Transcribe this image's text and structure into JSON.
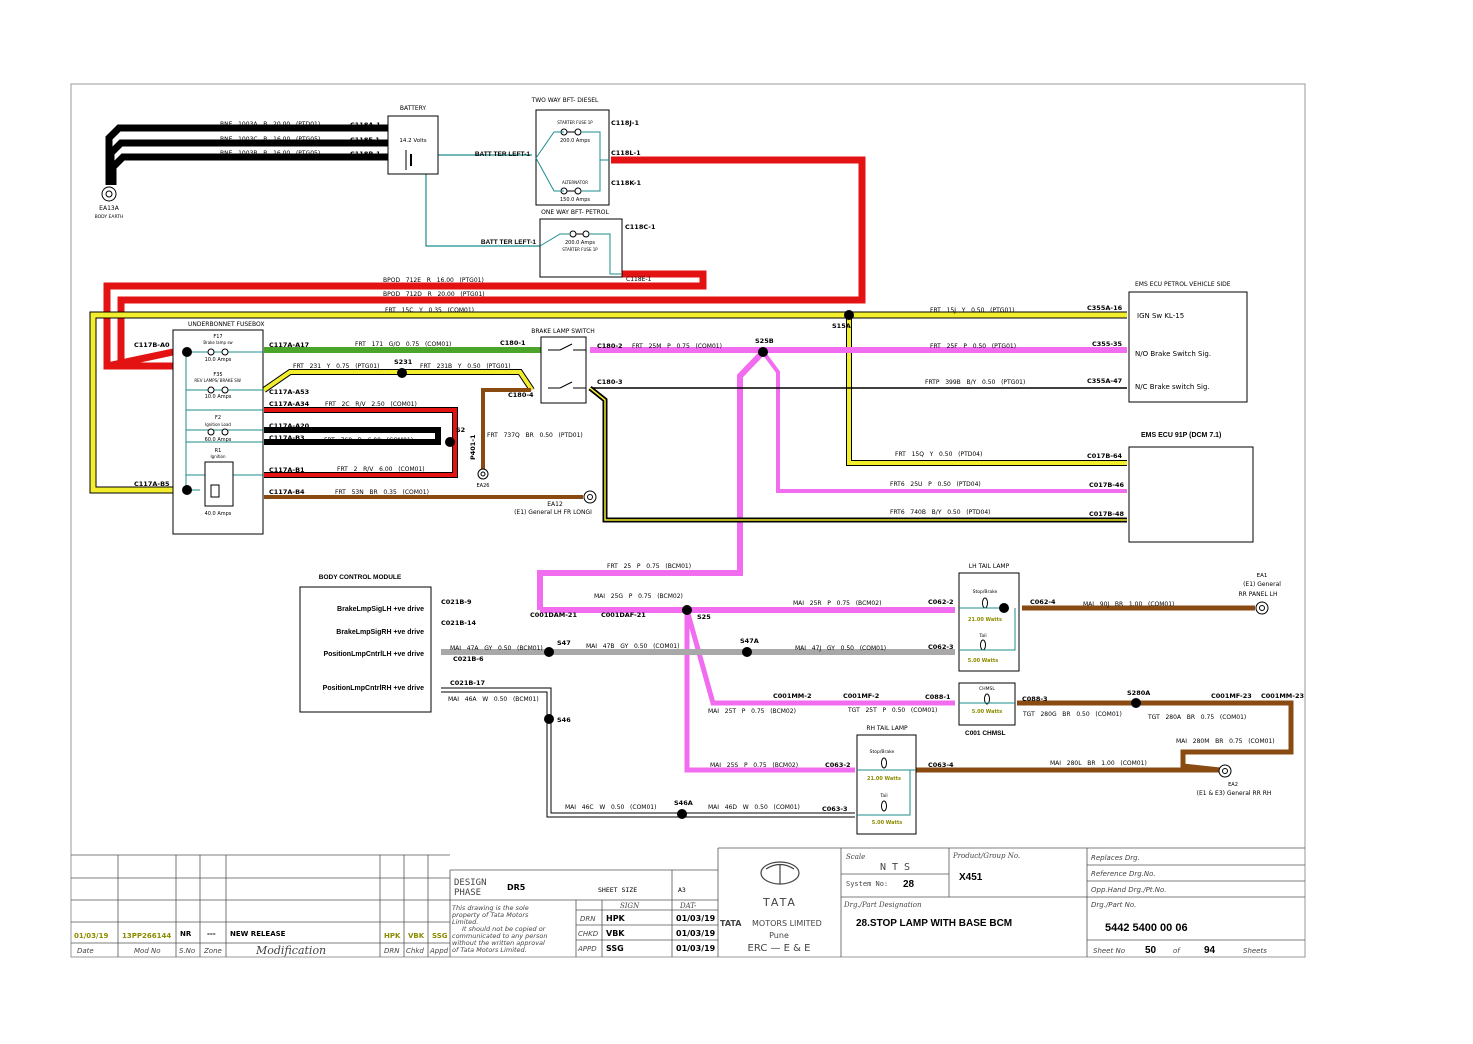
{
  "components": {
    "battery": {
      "title": "BATTERY",
      "value": "14.2 Volts"
    },
    "two_way_bft": {
      "title": "TWO WAY BFT- DIESEL",
      "starter_fuse": "STARTER FUSE 1P",
      "starter_amps": "200.0 Amps",
      "alternator": "ALTERNATOR",
      "alternator_amps": "150.0 Amps",
      "term": "BATT TER LEFT-1"
    },
    "one_way_bft": {
      "title": "ONE WAY BFT- PETROL",
      "amps": "200.0 Amps",
      "fuse": "STARTER FUSE 1P",
      "term": "BATT TER LEFT-1"
    },
    "fusebox": {
      "title": "UNDERBONNET FUSEBOX",
      "f17": "F17",
      "f17_desc": "Brake lamp sw",
      "f17_amps": "10.0 Amps",
      "f35": "F35",
      "f35_desc": "REV LAMPS/ BRAKE SW.",
      "f35_amps": "10.0 Amps",
      "f2": "F2",
      "f2_desc": "Ignition Load",
      "f2_amps": "60.0 Amps",
      "r1": "R1",
      "r1_desc": "Ignition",
      "r1_amps": "40.0 Amps"
    },
    "brake_switch": {
      "title": "BRAKE LAMP SWITCH"
    },
    "ems_petrol": {
      "title": "EMS ECU PETROL VEHICLE SIDE",
      "p1": "IGN Sw KL-15",
      "p2": "N/O Brake Switch Sig.",
      "p3": "N/C Brake switch Sig."
    },
    "ems_diesel": {
      "title": "EMS ECU 91P (DCM 7.1)"
    },
    "bcm": {
      "title": "BODY CONTROL MODULE",
      "p1": "BrakeLmpSigLH +ve drive",
      "p2": "BrakeLmpSigRH +ve drive",
      "p3": "PositionLmpCntrlLH +ve drive",
      "p4": "PositionLmpCntrlRH +ve drive"
    },
    "lh_tail": {
      "title": "LH TAIL LAMP",
      "stop": "Stop/Brake",
      "stop_w": "21.00 Watts",
      "tail": "Tail",
      "tail_w": "5.00 Watts"
    },
    "rh_tail": {
      "title": "RH TAIL LAMP",
      "stop": "Stop/Brake",
      "stop_w": "21.00 Watts",
      "tail": "Tail",
      "tail_w": "5.00 Watts"
    },
    "chmsl": {
      "title": "CHMSL",
      "w": "5.00 Watts",
      "label": "C001 CHMSL"
    }
  },
  "grounds": {
    "ea13a": {
      "id": "EA13A",
      "desc": "BODY EARTH"
    },
    "ea26": {
      "id": "EA26"
    },
    "ea12": {
      "id": "EA12",
      "desc": "(E1) General LH FR LONGI"
    },
    "ea1": {
      "id": "EA1",
      "desc1": "(E1) General",
      "desc2": "RR PANEL LH"
    },
    "ea2": {
      "id": "EA2",
      "desc": "(E1 & E3) General RR RH"
    }
  },
  "connectors": {
    "c118a1": "C118A-1",
    "c118f1": "C118F-1",
    "c118b1": "C118B-1",
    "c118j1": "C118J-1",
    "c118l1": "C118L-1",
    "c118k1": "C118K-1",
    "c118c1": "C118C-1",
    "c118e1": "C118E-1",
    "c117b_a0": "C117B-A0",
    "c117a_a17": "C117A-A17",
    "c117a_a53": "C117A-A53",
    "c117a_a34": "C117A-A34",
    "c117a_a20": "C117A-A20",
    "c117a_b3": "C117A-B3",
    "c117a_b1": "C117A-B1",
    "c117a_b4": "C117A-B4",
    "c117a_b5": "C117A-B5",
    "c180_1": "C180-1",
    "c180_2": "C180-2",
    "c180_3": "C180-3",
    "c180_4": "C180-4",
    "c355a16": "C355A-16",
    "c35535": "C355-35",
    "c355a47": "C355A-47",
    "c017b64": "C017B-64",
    "c017b46": "C017B-46",
    "c017b48": "C017B-48",
    "c021b9": "C021B-9",
    "c021b14": "C021B-14",
    "c021b6": "C021B-6",
    "c021b17": "C021B-17",
    "c001dam21": "C001DAM-21",
    "c001daf21": "C001DAF-21",
    "c062_2": "C062-2",
    "c062_3": "C062-3",
    "c062_4": "C062-4",
    "c001mm2": "C001MM-2",
    "c001mf2": "C001MF-2",
    "c088_1": "C088-1",
    "c088_3": "C088-3",
    "c001mf23": "C001MF-23",
    "c001mm23": "C001MM-23",
    "c063_2": "C063-2",
    "c063_3": "C063-3",
    "c063_4": "C063-4",
    "p401_1": "P401-1"
  },
  "splices": {
    "s15a": "S15A",
    "s231": "S231",
    "s2": "S2",
    "s25b": "S25B",
    "s25": "S25",
    "s47": "S47",
    "s47a": "S47A",
    "s46": "S46",
    "s46a": "S46A",
    "s280a": "S280A"
  },
  "wires": {
    "w1003a": "BNE   1003A   B   20.00   (PTD01)",
    "w1003c": "BNE   1003C   B   16.00   (PTG05)",
    "w1003b": "BNE   1003B   B   16.00   (PTG05)",
    "w712e": "BPOD   712E   R   16.00   (PTG01)",
    "w712d": "BPOD   712D   R   20.00   (PTG01)",
    "w15c": "FRT   15C   Y   0.35   (COM01)",
    "w15j": "FRT   15J   Y   0.50   (PTG01)",
    "w171": "FRT   171   G/O   0.75   (COM01)",
    "w25m": "FRT   25M   P   0.75   (COM01)",
    "w25f": "FRT   25F   P   0.50   (PTG01)",
    "w231": "FRT   231   Y   0.75   (PTG01)",
    "w231b": "FRT   231B   Y   0.50   (PTG01)",
    "w399b": "FRTP   399B   B/Y   0.50   (PTG01)",
    "w2c": "FRT   2C   R/V   2.50   (COM01)",
    "w737q": "FRT   737Q   BR   0.50   (PTD01)",
    "w768": "FRT   768   B   6.00   (COM01)",
    "w2": "FRT   2   R/V   6.00   (COM01)",
    "w53n": "FRT   53N   BR   0.35   (COM01)",
    "w15q": "FRT   15Q   Y   0.50   (PTD04)",
    "w25u": "FRT6   25U   P   0.50   (PTD04)",
    "w740b": "FRT6   740B   B/Y   0.50   (PTD04)",
    "w25": "FRT   25   P   0.75   (BCM01)",
    "w25g": "MAI   25G   P   0.75   (BCM02)",
    "w25r": "MAI   25R   P   0.75   (BCM02)",
    "w90j": "MAI   90J   BR   1.00   (COM01)",
    "w47a": "MAI   47A   GY   0.50   (BCM01)",
    "w47b": "MAI   47B   GY   0.50   (COM01)",
    "w47j": "MAI   47J   GY   0.50   (COM01)",
    "w46a": "MAI   46A   W   0.50   (BCM01)",
    "w25t": "MAI   25T   P   0.75   (BCM02)",
    "wt25t": "TGT   25T   P   0.50   (COM01)",
    "w280g": "TGT   280G   BR   0.50   (COM01)",
    "w280a": "TGT   280A   BR   0.75   (COM01)",
    "w280m": "MAI   280M   BR   0.75   (COM01)",
    "w25s": "MAI   25S   P   0.75   (BCM02)",
    "w280l": "MAI   280L   BR   1.00   (COM01)",
    "w46c": "MAI   46C   W   0.50   (COM01)",
    "w46d": "MAI   46D   W   0.50   (COM01)"
  },
  "title_block": {
    "rev_date": "01/03/19",
    "rev_mod": "13PP266144",
    "rev_sno": "NR",
    "rev_zone": "---",
    "rev_desc": "NEW RELEASE",
    "rev_drn": "HPK",
    "rev_chkd": "VBK",
    "rev_appd": "SSG",
    "h_date": "Date",
    "h_mod": "Mod No",
    "h_sno": "S.No",
    "h_zone": "Zone",
    "h_modif": "Modification",
    "h_drn": "DRN",
    "h_chkd": "Chkd",
    "h_appd": "Appd",
    "design_phase_l1": "DESIGN",
    "design_phase_l2": "PHASE",
    "design_phase": "DR5",
    "sheet_size_label": "SHEET SIZE",
    "sheet_size": "A3",
    "sign_h": "SIGN",
    "date_h": "DAT-",
    "note1": "This drawing is the sole",
    "note2": "property of Tata Motors",
    "note3": "Limited.",
    "note4": "It should not be copied or",
    "note5": "communicated to any person",
    "note6": "without the written approval",
    "note7": "of Tata Motors Limited.",
    "drn": "DRN",
    "drn_by": "HPK",
    "drn_date": "01/03/19",
    "chkd": "CHKD",
    "chkd_by": "VBK",
    "chkd_date": "01/03/19",
    "appd": "APPD",
    "appd_by": "SSG",
    "appd_date": "01/03/19",
    "brand": "TATA",
    "company_brand": "TATA",
    "company": "MOTORS LIMITED",
    "city": "Pune",
    "dept": "ERC — E & E",
    "scale_label": "Scale",
    "scale": "N T S",
    "product_label": "Product/Group No.",
    "product": "X451",
    "system_label": "System No:",
    "system": "28",
    "designation_label": "Drg./Part Designation",
    "designation": "28.STOP LAMP WITH BASE BCM",
    "replaces": "Replaces Drg.",
    "reference": "Reference Drg.No.",
    "opp_hand": "Opp.Hand Drg./Pt.No.",
    "part_label": "Drg./Part No.",
    "part_no": "5442 5400 00 06",
    "sheet_label": "Sheet No",
    "sheet_no": "50",
    "of": "of",
    "total": "94",
    "sheets": "Sheets"
  },
  "colors": {
    "black": "#000000",
    "red": "#e41313",
    "yellow": "#f2ee2e",
    "green": "#4aa52a",
    "pink": "#f26cf0",
    "grey": "#a8a8a8",
    "brown": "#8a4b12",
    "teal": "#1c8c8c",
    "olive": "#8b8b00"
  }
}
